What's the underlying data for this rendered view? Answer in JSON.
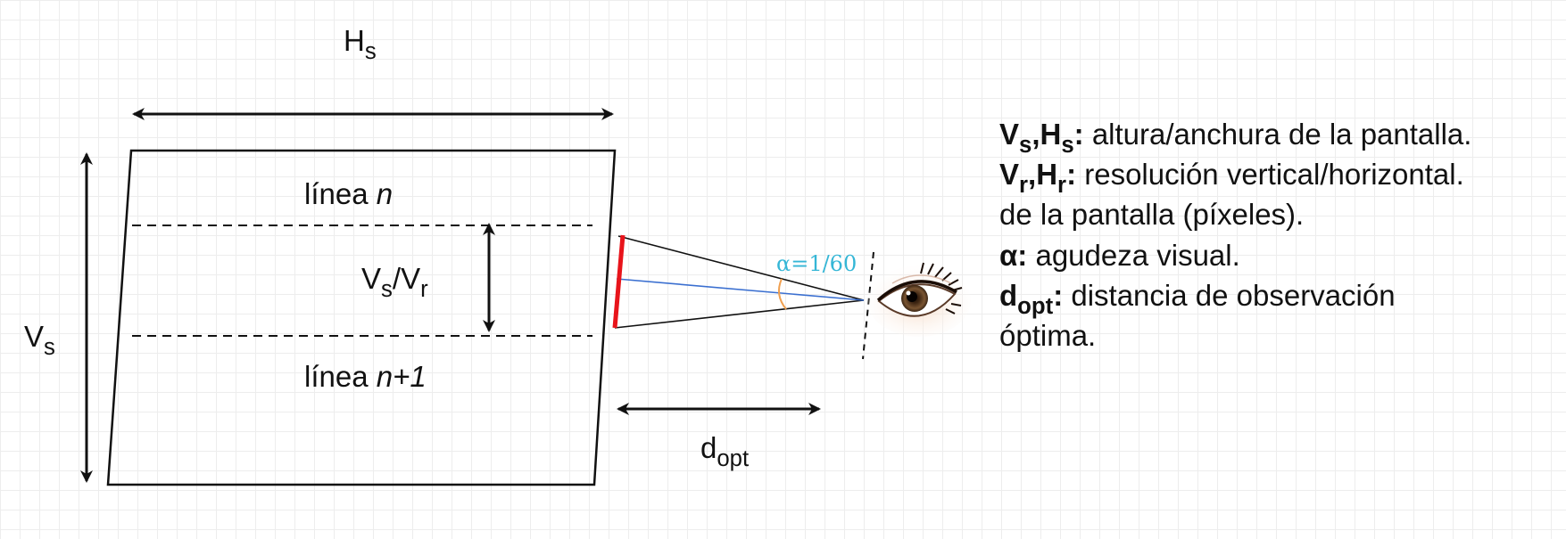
{
  "labels": {
    "hs_main": "H",
    "hs_sub": "s",
    "vs_main": "V",
    "vs_sub": "s",
    "line_n_prefix": "línea ",
    "line_n_var": "n",
    "line_n1_prefix": "línea ",
    "line_n1_var": "n+1",
    "ratio_v1": "V",
    "ratio_s": "s",
    "ratio_slash": "/",
    "ratio_v2": "V",
    "ratio_r": "r",
    "dopt_main": "d",
    "dopt_sub": "opt",
    "alpha": "α=1/60"
  },
  "legend": [
    {
      "key_a": "V",
      "key_a_sub": "s",
      "key_sep": ",",
      "key_b": "H",
      "key_b_sub": "s",
      "colon": ":",
      "text": " altura/anchura de la pantalla."
    },
    {
      "key_a": "V",
      "key_a_sub": "r",
      "key_sep": ",",
      "key_b": "H",
      "key_b_sub": "r",
      "colon": ":",
      "text": " resolución vertical/horizontal."
    },
    {
      "text": "de la pantalla (píxeles)."
    },
    {
      "key": "α",
      "colon": ":",
      "text": " agudeza visual."
    },
    {
      "key_a": "d",
      "key_a_sub": "opt",
      "colon": ":",
      "text": " distancia de observación"
    },
    {
      "text": "óptima."
    }
  ],
  "colors": {
    "stroke": "#111111",
    "screen_edge": "#e8141b",
    "sight_line": "#3a6fd0",
    "angle_arc": "#f0a050",
    "alpha_text": "#35b6d6"
  },
  "icons": [
    "eye-icon"
  ]
}
